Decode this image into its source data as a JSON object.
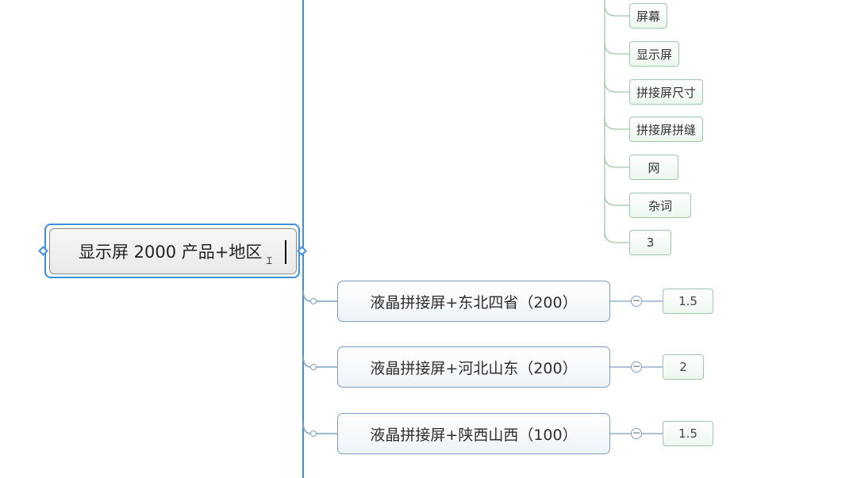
{
  "central": {
    "label": "显示屏 2000 产品+地区"
  },
  "keywords": [
    {
      "label": "屏幕"
    },
    {
      "label": "显示屏"
    },
    {
      "label": "拼接屏尺寸"
    },
    {
      "label": "拼接屏拼缝"
    },
    {
      "label": "网"
    },
    {
      "label": "杂词"
    },
    {
      "label": "3"
    }
  ],
  "branches": [
    {
      "label": "液晶拼接屏+东北四省（200）",
      "value": "1.5"
    },
    {
      "label": "液晶拼接屏+河北山东（200）",
      "value": "2"
    },
    {
      "label": "液晶拼接屏+陕西山西（100）",
      "value": "1.5"
    }
  ],
  "colors": {
    "trunk": "#3f8fe0",
    "keyword_border": "#9ec9a9",
    "branch_border": "#7f9fc0",
    "selection": "#3f8fe0"
  }
}
